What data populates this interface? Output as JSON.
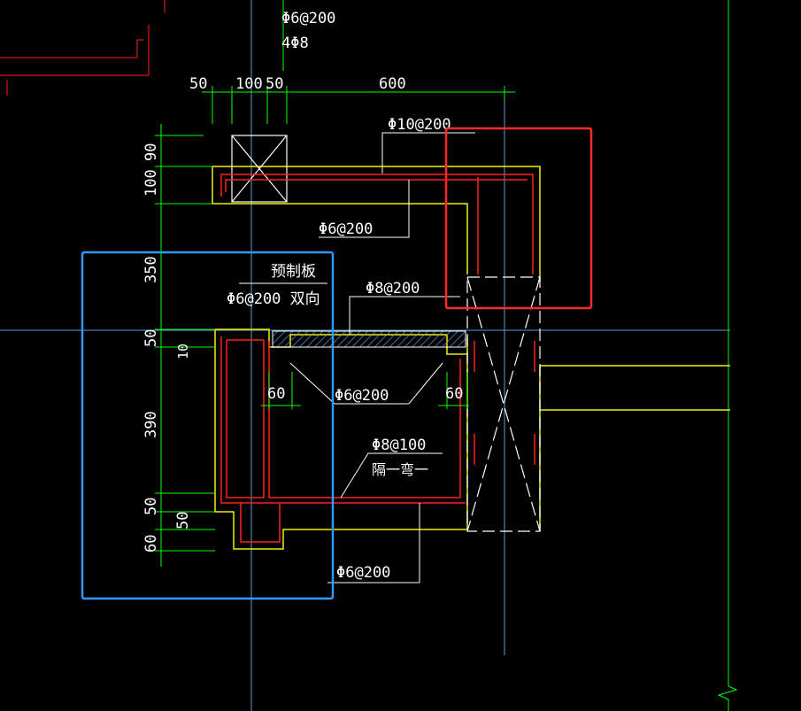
{
  "colors": {
    "background": "#000000",
    "axis": "#5b9bd5",
    "dimension": "#00ff00",
    "rebar": "#ff2020",
    "outline": "#f0f000",
    "text": "#ffffff",
    "highlight_blue": "#3399ff",
    "highlight_red": "#ff2a2a",
    "hatch": "#3a6ea5"
  },
  "top_notes": [
    "Φ6@200",
    "4Φ8"
  ],
  "dimensions": {
    "top": [
      "50",
      "100",
      "50",
      "600"
    ],
    "left": [
      "90",
      "100",
      "350",
      "50",
      "390",
      "50",
      "60"
    ],
    "left_inner": [
      "50"
    ],
    "inner": [
      "60",
      "60"
    ],
    "level_mark": "10"
  },
  "labels": {
    "top_rebar": "Φ10@200",
    "mid_rebar": "Φ6@200",
    "precast_slab": "预制板",
    "slab_rebar": "Φ6@200 双向",
    "slab_rebar_right": "Φ8@200",
    "inner_rebar": "Φ6@200",
    "bottom_rebar": "Φ8@100",
    "bottom_rebar_note": "隔一弯一",
    "lower_rebar": "Φ6@200"
  }
}
